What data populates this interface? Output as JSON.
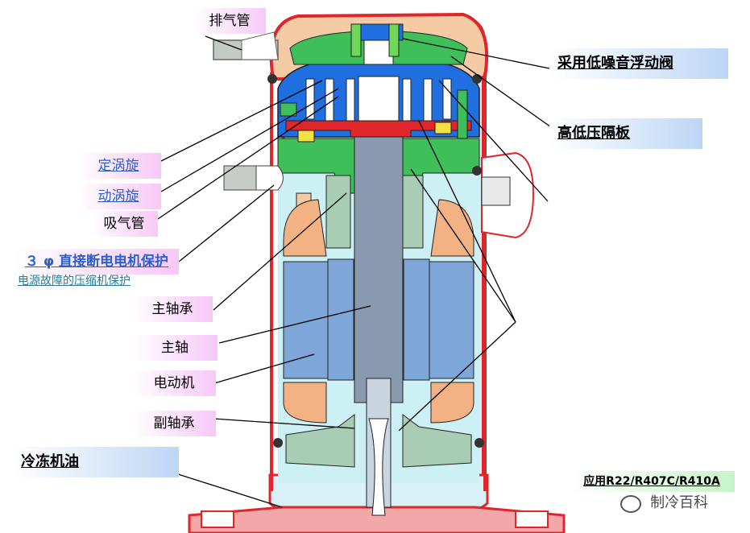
{
  "labels": {
    "discharge_pipe": "排气管",
    "fixed_scroll": "定涡旋",
    "orbiting_scroll": "动涡旋",
    "suction_pipe": "吸气管",
    "motor_protection": "３ φ 直接断电电机保护",
    "phase_loss_protection": "电源故障的压缩机保护",
    "main_bearing": "主轴承",
    "main_shaft": "主轴",
    "motor": "电动机",
    "aux_bearing": "副轴承",
    "refrigerant_oil": "冷冻机油",
    "floating_valve": "采用低噪音浮动阀",
    "partition_plate": "高低压隔板",
    "refrigerants": "应用R22/R407C/R410A",
    "watermark": "制冷百科"
  },
  "colors": {
    "shell_red": "#e0262b",
    "coil_blue": "#7fa6d8",
    "winding_orange": "#f2b283",
    "bearing_green": "#a9ccb5",
    "scroll_green": "#3fbf5a",
    "chamber_blue": "#1f6fe0",
    "cap_peach": "#f5cba5",
    "shaft_gray": "#8a9aae",
    "cavity_cyan": "#ccf0f4"
  },
  "icons": {
    "watermark_logo": "wechat-icon"
  }
}
